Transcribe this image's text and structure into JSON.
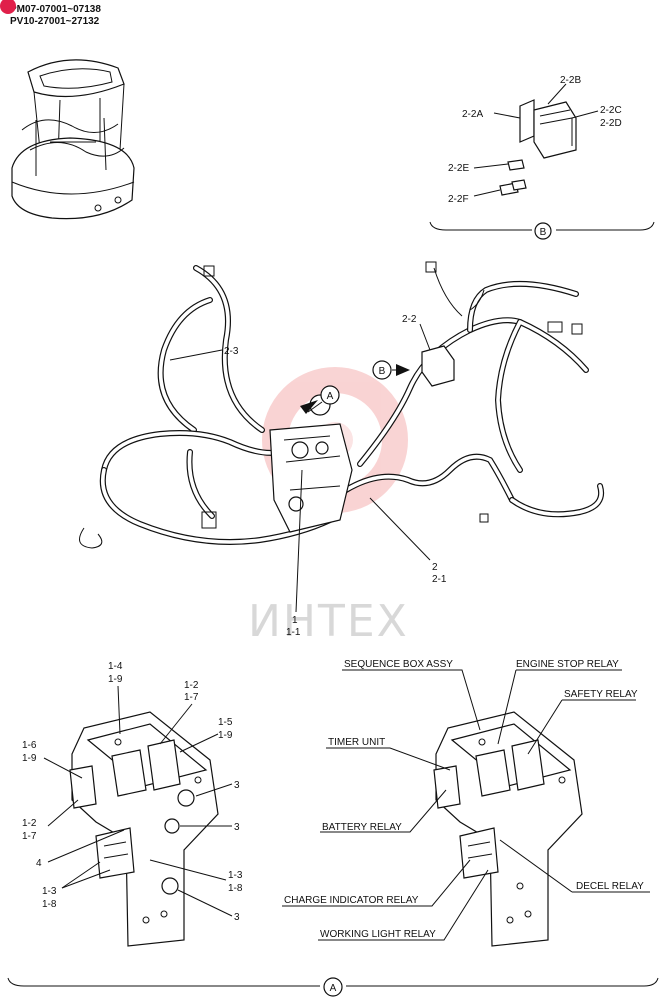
{
  "header": {
    "serial_1": "PM07-07001~07138",
    "serial_2": "PV10-27001~27132"
  },
  "watermark": {
    "text": "ИНТЕХ"
  },
  "view_b": {
    "letter": "B",
    "labels": {
      "l_2_2a": "2-2A",
      "l_2_2b": "2-2B",
      "l_2_2c": "2-2C",
      "l_2_2d": "2-2D",
      "l_2_2e": "2-2E",
      "l_2_2f": "2-2F"
    }
  },
  "main": {
    "arrow_a": "A",
    "arrow_b": "B",
    "labels": {
      "l_2_3": "2-3",
      "l_2_2": "2-2",
      "l_2": "2",
      "l_2_1": "2-1",
      "l_1": "1",
      "l_1_1": "1-1"
    }
  },
  "view_a": {
    "letter": "A",
    "left_labels": {
      "l_1_4": "1-4",
      "l_1_9a": "1-9",
      "l_1_2a": "1-2",
      "l_1_7a": "1-7",
      "l_1_5": "1-5",
      "l_1_9b": "1-9",
      "l_1_6": "1-6",
      "l_1_9c": "1-9",
      "l_3a": "3",
      "l_3b": "3",
      "l_1_2b": "1-2",
      "l_1_7b": "1-7",
      "l_4": "4",
      "l_1_3a": "1-3",
      "l_1_8a": "1-8",
      "l_1_3b": "1-3",
      "l_1_8b": "1-8",
      "l_3c": "3"
    },
    "right_labels": {
      "sequence_box": "SEQUENCE BOX ASSY",
      "engine_stop_relay": "ENGINE STOP RELAY",
      "safety_relay": "SAFETY RELAY",
      "timer_unit": "TIMER UNIT",
      "battery_relay": "BATTERY RELAY",
      "decel_relay": "DECEL RELAY",
      "charge_indicator_relay": "CHARGE INDICATOR RELAY",
      "working_light_relay": "WORKING LIGHT RELAY"
    }
  }
}
